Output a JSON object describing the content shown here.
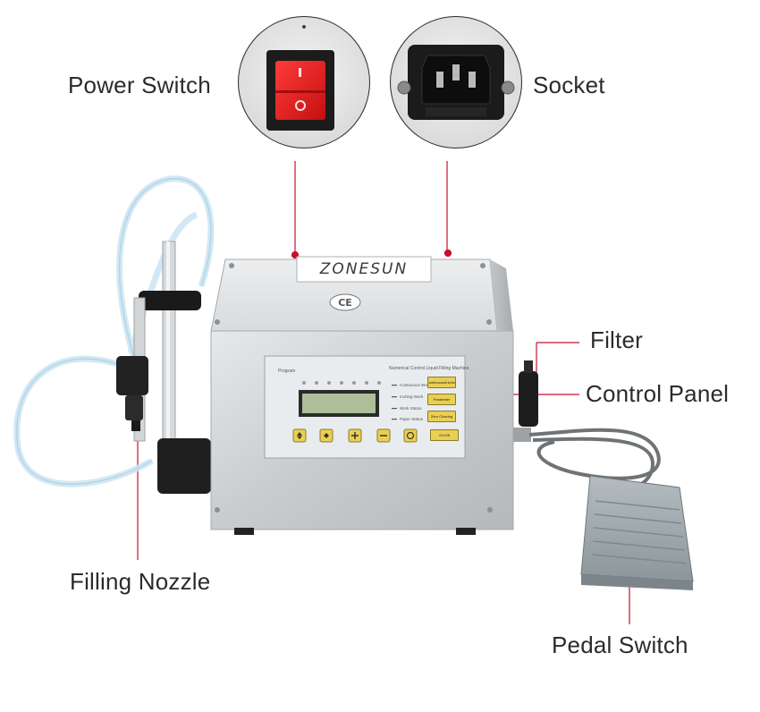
{
  "labels": {
    "power_switch": "Power Switch",
    "socket": "Socket",
    "filter": "Filter",
    "control_panel": "Control Panel",
    "filling_nozzle": "Filling Nozzle",
    "pedal_switch": "Pedal Switch"
  },
  "machine": {
    "brand": "ZONESUN",
    "certification": "CE",
    "panel_title": "Numerical Control Liquid Filling Machine",
    "program_label": "Program",
    "status_indicators": [
      "Continuous Work",
      "Inching Work",
      "Work Status",
      "Paper Status"
    ],
    "mode_buttons": [
      "Continuous/Inching",
      "Parameter",
      "Zero Clearing",
      "On/Off"
    ]
  },
  "colors": {
    "leader_line": "#c8102e",
    "body_steel": "#cfd2d4",
    "power_switch_red": "#e11d1d",
    "button_yellow": "#e9cf52",
    "lcd_green": "#aebd9a",
    "tube": "#cfe6f3",
    "pedal_gray": "#9aa4a8"
  }
}
